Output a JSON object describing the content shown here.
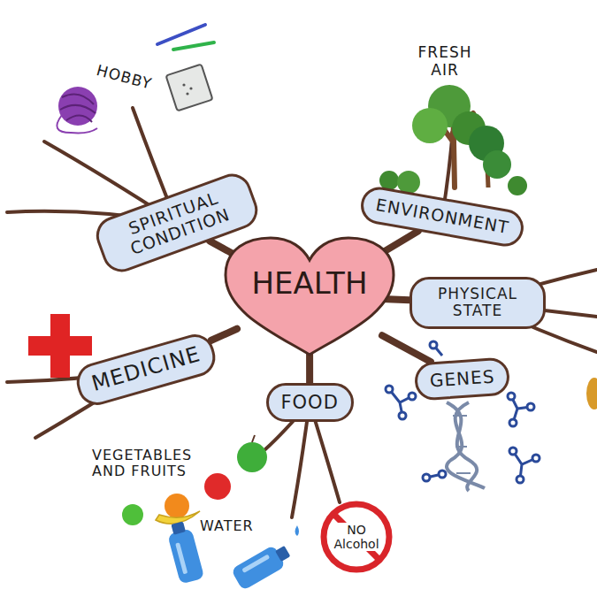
{
  "diagram": {
    "nodes": [
      {
        "text": [
          "SPIRITUAL CONDITION"
        ]
      },
      {
        "text": [
          "ENVIRONMENT"
        ]
      },
      {
        "text": [
          "HEALTH"
        ]
      },
      {
        "text": [
          "PHYSICAL STATE"
        ]
      },
      {
        "text": [
          "MEDICINE"
        ]
      },
      {
        "text": [
          "GENES"
        ]
      },
      {
        "text": [
          "FOOD"
        ]
      }
    ],
    "edges": [
      {
        "from": 2,
        "to": 0,
        "arrow": "none"
      },
      {
        "from": 2,
        "to": 1,
        "arrow": "none"
      },
      {
        "from": 2,
        "to": 3,
        "arrow": "none"
      },
      {
        "from": 2,
        "to": 4,
        "arrow": "none"
      },
      {
        "from": 2,
        "to": 5,
        "arrow": "none"
      },
      {
        "from": 2,
        "to": 6,
        "arrow": "none"
      }
    ],
    "labels": [
      "HOBBY",
      "FRESH AIR",
      "VEGETABLES AND FRUITS",
      "WATER",
      "NO Alcohol"
    ]
  }
}
